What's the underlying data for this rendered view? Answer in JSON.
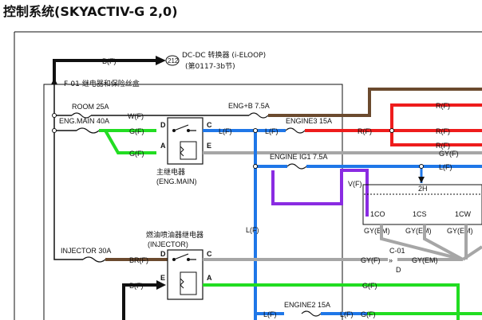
{
  "title": "控制系统(SKYACTIV-G 2,0)",
  "colors": {
    "black": "#111111",
    "green": "#22dd22",
    "blue": "#1f77e8",
    "red": "#ee1c1c",
    "brown": "#6b4a2e",
    "gray": "#a6a6a6",
    "purple": "#8a2be2"
  },
  "labels": {
    "top_wire": "B(F)",
    "dcdc_pin": "212",
    "dcdc_name": "DC-DC 转换器 (i-ELOOP)",
    "dcdc_ref": "(第0117-3b节)",
    "box": "F-01 继电器和保险丝盒",
    "room_fuse": "ROOM 25A",
    "room_wire": "W(F)",
    "engb_fuse": "ENG+B 7.5A",
    "engmain_fuse": "ENG.MAIN 40A",
    "g_f_1": "G(F)",
    "g_f_2": "G(F)",
    "pin_d1": "D",
    "pin_c1": "C",
    "pin_a1": "A",
    "pin_e1": "E",
    "main_relay": "主继电器",
    "main_relay_en": "(ENG.MAIN)",
    "l_f_1": "L(F)",
    "l_f_2": "L(F)",
    "engine3_fuse": "ENGINE3 15A",
    "r_f_mid": "R(F)",
    "r_f_1": "R(F)",
    "r_f_2": "R(F)",
    "r_f_3": "R(F)",
    "gy_f": "GY(F)",
    "ig1_fuse": "ENGINE IG1 7.5A",
    "l_f_right": "L(F)",
    "v_f": "V(F)",
    "conn_2h": "2H",
    "conn_1co": "1CO",
    "conn_1cs": "1CS",
    "conn_1cw": "1CW",
    "gy_em_1": "GY(EM)",
    "gy_em_2": "GY(EM)",
    "gy_em_3": "GY(EM)",
    "l_f_vert": "L(F)",
    "inj_relay": "燃油喷油器继电器",
    "inj_relay_en": "(INJECTOR)",
    "injector_fuse": "INJECTOR 30A",
    "br_f": "BR(F)",
    "pin_d2": "D",
    "pin_c2": "C",
    "pin_e2": "E",
    "pin_a2": "A",
    "b_f_2": "B(F)",
    "gy_f_2": "GY(F)",
    "c01": "C-01",
    "c01_pin": "D",
    "gy_em_4": "GY(EM)",
    "g_f_3": "G(F)",
    "g_f_4": "G(F)",
    "l_f_bot": "L(F)",
    "engine2_fuse": "ENGINE2 15A",
    "l_f_bot2": "L(F)"
  }
}
